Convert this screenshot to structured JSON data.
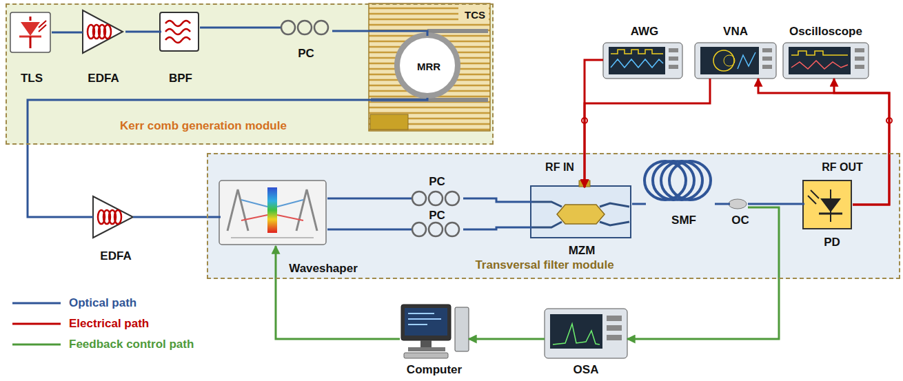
{
  "diagram": {
    "nodes": [
      {
        "text": [
          "Kerr comb generation module"
        ]
      },
      {
        "text": [
          "TLS"
        ],
        "in": 0
      },
      {
        "text": [
          "EDFA"
        ],
        "in": 0
      },
      {
        "text": [
          "BPF"
        ],
        "in": 0
      },
      {
        "text": [
          "PC"
        ],
        "in": 0
      },
      {
        "text": [
          "TCS"
        ],
        "in": 0
      },
      {
        "text": [
          "MRR"
        ],
        "in": 5
      },
      {
        "text": [
          "AWG"
        ]
      },
      {
        "text": [
          "VNA"
        ]
      },
      {
        "text": [
          "Oscilloscope"
        ]
      },
      {
        "text": [
          "Transversal filter module"
        ]
      },
      {
        "text": [
          "EDFA"
        ]
      },
      {
        "text": [
          "Waveshaper"
        ],
        "in": 10
      },
      {
        "text": [
          "PC"
        ],
        "in": 10
      },
      {
        "text": [
          "PC"
        ],
        "in": 10
      },
      {
        "text": [
          "MZM"
        ],
        "in": 10
      },
      {
        "text": [
          "SMF"
        ],
        "in": 10
      },
      {
        "text": [
          "OC"
        ],
        "in": 10
      },
      {
        "text": [
          "PD"
        ],
        "in": 10
      },
      {
        "text": [
          "OSA"
        ]
      },
      {
        "text": [
          "Computer"
        ]
      }
    ],
    "edges": [
      {
        "from": 1,
        "to": 2,
        "arrow": "none"
      },
      {
        "from": 2,
        "to": 3,
        "arrow": "none"
      },
      {
        "from": 3,
        "to": 4,
        "arrow": "none"
      },
      {
        "from": 4,
        "to": 6,
        "arrow": "none"
      },
      {
        "from": 6,
        "to": 11,
        "arrow": "none"
      },
      {
        "from": 11,
        "to": 12,
        "arrow": "none"
      },
      {
        "from": 12,
        "to": 13,
        "arrow": "none"
      },
      {
        "from": 12,
        "to": 14,
        "arrow": "none"
      },
      {
        "from": 13,
        "to": 15,
        "arrow": "none"
      },
      {
        "from": 14,
        "to": 15,
        "arrow": "none"
      },
      {
        "from": 15,
        "to": 16,
        "arrow": "none"
      },
      {
        "from": 16,
        "to": 17,
        "arrow": "none"
      },
      {
        "from": 17,
        "to": 18,
        "arrow": "none"
      },
      {
        "from": 7,
        "to": 15,
        "arrow": "to"
      },
      {
        "from": 8,
        "to": 15,
        "arrow": "to"
      },
      {
        "from": 18,
        "to": 8,
        "arrow": "to"
      },
      {
        "from": 18,
        "to": 9,
        "arrow": "to"
      },
      {
        "from": 17,
        "to": 19,
        "arrow": "to"
      },
      {
        "from": 19,
        "to": 20,
        "arrow": "to"
      },
      {
        "from": 20,
        "to": 12,
        "arrow": "to"
      }
    ],
    "labels": [
      "RF IN",
      "RF OUT"
    ],
    "legend": [
      {
        "text": "Optical path"
      },
      {
        "text": "Electrical path"
      },
      {
        "text": "Feedback control path"
      }
    ]
  }
}
